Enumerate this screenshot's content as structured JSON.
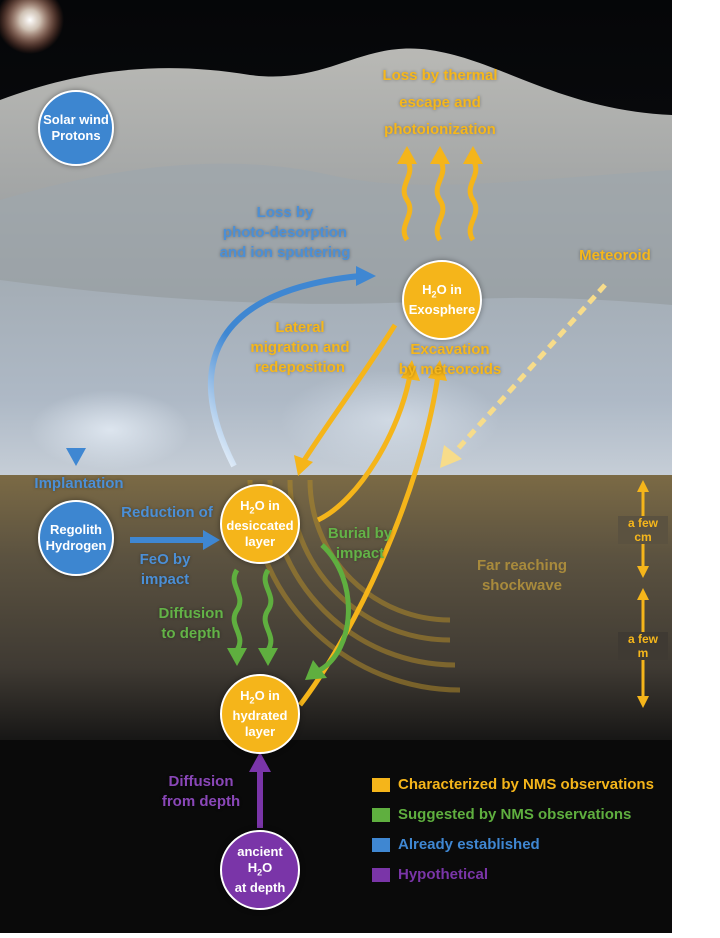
{
  "nodes": {
    "solar_wind": {
      "line1": "Solar wind",
      "line2": "Protons"
    },
    "regolith": {
      "line1": "Regolith",
      "line2": "Hydrogen"
    },
    "exosphere": {
      "prefix": "H",
      "sub": "2",
      "suffix": "O in",
      "line2": "Exosphere"
    },
    "desiccated": {
      "prefix": "H",
      "sub": "2",
      "suffix": "O in",
      "line2": "desiccated",
      "line3": "layer"
    },
    "hydrated": {
      "prefix": "H",
      "sub": "2",
      "suffix": "O in",
      "line2": "hydrated",
      "line3": "layer"
    },
    "ancient": {
      "line1": "ancient",
      "prefix": "H",
      "sub": "2",
      "suffix": "O",
      "line3": "at depth"
    }
  },
  "labels": {
    "thermal_loss": [
      "Loss by thermal",
      "escape and",
      "photoionization"
    ],
    "photo_desorption": [
      "Loss by",
      "photo-desorption",
      "and ion sputtering"
    ],
    "meteoroid": "Meteoroid",
    "lateral": [
      "Lateral",
      "migration and",
      "redeposition"
    ],
    "excavation": [
      "Excavation",
      "by meteoroids"
    ],
    "implantation": "Implantation",
    "reduction1": "Reduction of",
    "reduction2": [
      "FeO by",
      "impact"
    ],
    "burial": [
      "Burial by",
      "impact"
    ],
    "shockwave": [
      "Far reaching",
      "shockwave"
    ],
    "diffusion_depth": [
      "Diffusion",
      "to depth"
    ],
    "diffusion_from": [
      "Diffusion",
      "from depth"
    ]
  },
  "scale": {
    "upper": [
      "a few",
      "cm"
    ],
    "lower": [
      "a few",
      "m"
    ]
  },
  "legend": [
    {
      "label": "Characterized by NMS observations",
      "color": "#f5b51a"
    },
    {
      "label": "Suggested by NMS observations",
      "color": "#5faf3f"
    },
    {
      "label": "Already established",
      "color": "#3f87d2"
    },
    {
      "label": "Hypothetical",
      "color": "#7a35a8"
    }
  ],
  "colors": {
    "yellow": "#f5b51a",
    "green": "#5faf3f",
    "blue": "#3f87d2",
    "purple": "#7a35a8"
  }
}
